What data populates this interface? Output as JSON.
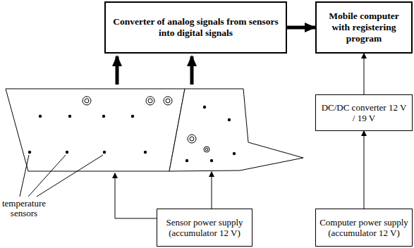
{
  "diagram": {
    "nodes": [
      {
        "text": [
          "Converter of analog signals from sensors into digital signals"
        ]
      },
      {
        "text": [
          "Mobile computer with registering program"
        ]
      },
      {
        "text": [
          "DC/DC converter 12 V / 19 V"
        ]
      },
      {
        "text": [
          "Sensor power supply (accumulator 12 V)"
        ]
      },
      {
        "text": [
          "Computer power supply (accumulator 12 V)"
        ]
      }
    ],
    "edges": [
      {
        "from": 0,
        "to": 1,
        "arrow": "to"
      },
      {
        "from": 2,
        "to": 1,
        "arrow": "to"
      },
      {
        "from": 4,
        "to": 2,
        "arrow": "to"
      }
    ],
    "labels": [
      "temperature sensors"
    ]
  }
}
